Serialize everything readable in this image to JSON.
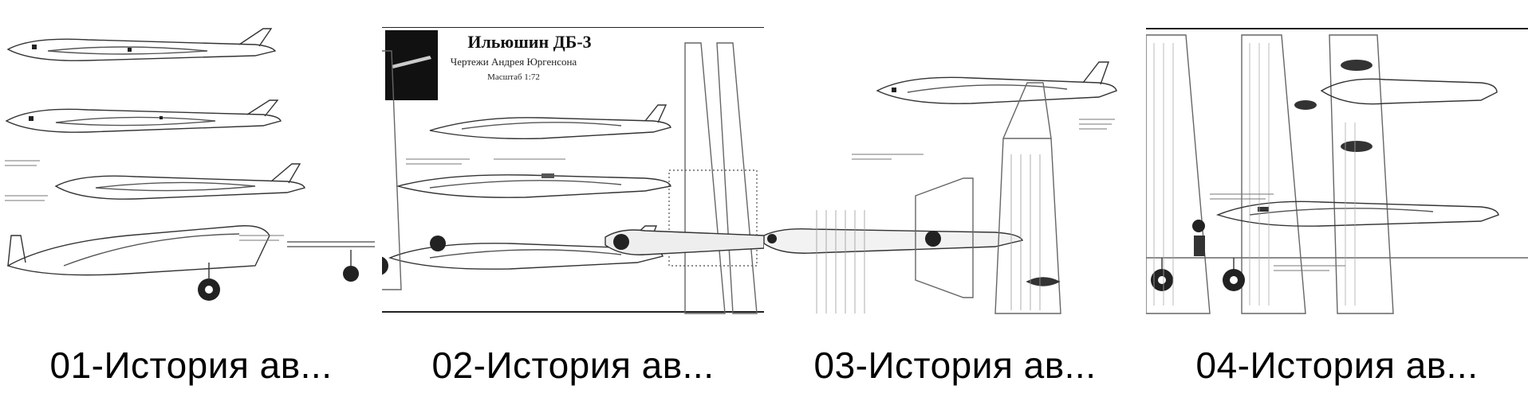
{
  "gallery": {
    "items": [
      {
        "caption": "01-История ав...",
        "icon": "aircraft-blueprint-icon"
      },
      {
        "caption": "02-История ав...",
        "icon": "aircraft-blueprint-icon",
        "sheet_title": "Ильюшин ДБ-3",
        "sheet_subtitle": "Чертежи Андрея Юргенсона",
        "sheet_scale": "Масштаб 1:72"
      },
      {
        "caption": "03-История ав...",
        "icon": "aircraft-blueprint-icon"
      },
      {
        "caption": "04-История ав...",
        "icon": "aircraft-blueprint-icon"
      }
    ]
  }
}
